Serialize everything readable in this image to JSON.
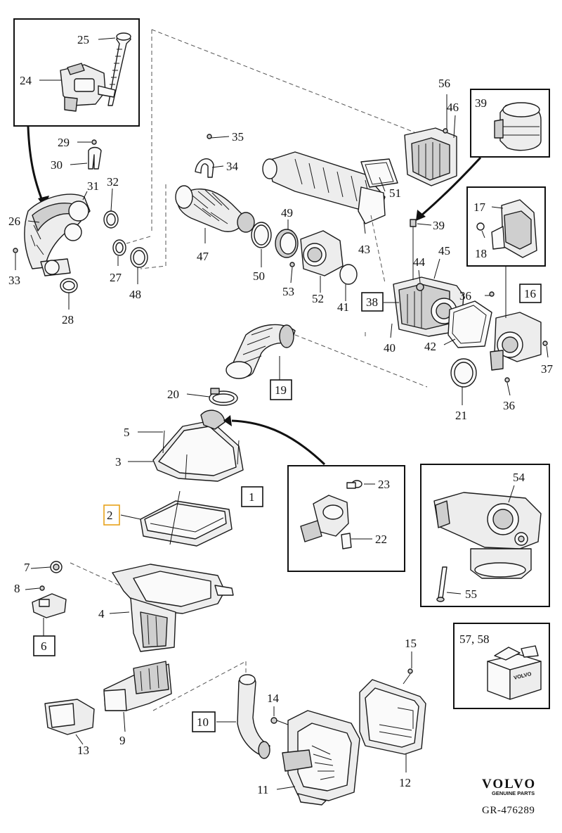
{
  "diagram": {
    "callouts": {
      "c1": "1",
      "c2": "2",
      "c3": "3",
      "c4": "4",
      "c5": "5",
      "c6": "6",
      "c7": "7",
      "c8": "8",
      "c9": "9",
      "c10": "10",
      "c11": "11",
      "c12": "12",
      "c13": "13",
      "c14": "14",
      "c15": "15",
      "c16": "16",
      "c17": "17",
      "c18": "18",
      "c19": "19",
      "c20": "20",
      "c21": "21",
      "c22": "22",
      "c23": "23",
      "c24": "24",
      "c25": "25",
      "c26": "26",
      "c27": "27",
      "c28": "28",
      "c29": "29",
      "c30": "30",
      "c31": "31",
      "c32": "32",
      "c33": "33",
      "c34": "34",
      "c35": "35",
      "c36a": "36",
      "c36b": "36",
      "c37": "37",
      "c38": "38",
      "c39a": "39",
      "c39b": "39",
      "c40": "40",
      "c41": "41",
      "c42": "42",
      "c43": "43",
      "c44": "44",
      "c45": "45",
      "c46": "46",
      "c47": "47",
      "c48": "48",
      "c49": "49",
      "c50": "50",
      "c51": "51",
      "c52": "52",
      "c53": "53",
      "c54": "54",
      "c55": "55",
      "c56": "56",
      "c5758": "57, 58"
    },
    "highlight_color": "#e8a21a",
    "line_color": "#111111"
  },
  "footer": {
    "brand": "VOLVO",
    "brand_sub": "GENUINE PARTS",
    "reference": "GR-476289",
    "box_brand": "VOLVO"
  }
}
